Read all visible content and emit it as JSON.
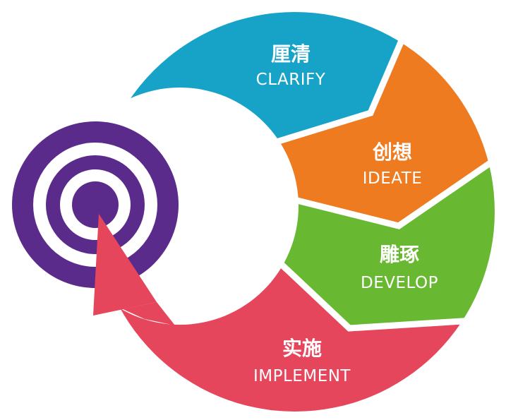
{
  "segments": [
    {
      "label_zh": "厘清",
      "label_en": "CLARIFY",
      "color": "#17a3c7"
    },
    {
      "label_zh": "创想",
      "label_en": "IDEATE",
      "color": "#ef7b21"
    },
    {
      "label_zh": "雕琢",
      "label_en": "DEVELOP",
      "color": "#69b832"
    },
    {
      "label_zh": "实施",
      "label_en": "IMPLEMENT",
      "color": "#e6465b"
    }
  ],
  "target": {
    "color": "#5b2b8c",
    "ring_color": "#ffffff"
  }
}
